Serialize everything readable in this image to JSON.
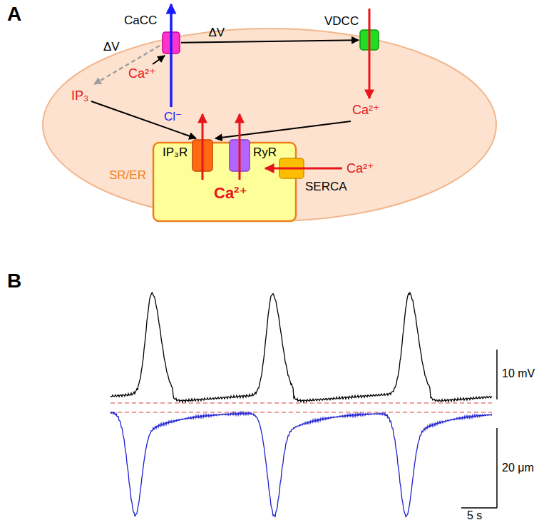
{
  "diagram": {
    "nodes": [
      {
        "text": [
          "CaCC"
        ]
      },
      {
        "text": [
          "VDCC"
        ]
      },
      {
        "text": [
          "SR/ER",
          "Ca²⁺"
        ]
      },
      {
        "text": [
          "IP₃R"
        ],
        "in": 2
      },
      {
        "text": [
          "RyR"
        ],
        "in": 2
      },
      {
        "text": [
          "SERCA"
        ],
        "in": 2
      }
    ],
    "edges": [
      {
        "from": 0,
        "to": 1,
        "arrow": "to",
        "label": "ΔV"
      }
    ],
    "labels": [
      "A",
      "ΔV",
      "IP₃",
      "Cl⁻",
      "Ca²⁺",
      "Ca²⁺",
      "Ca²⁺",
      "B",
      "10 mV",
      "20 μm",
      "5 s"
    ]
  }
}
